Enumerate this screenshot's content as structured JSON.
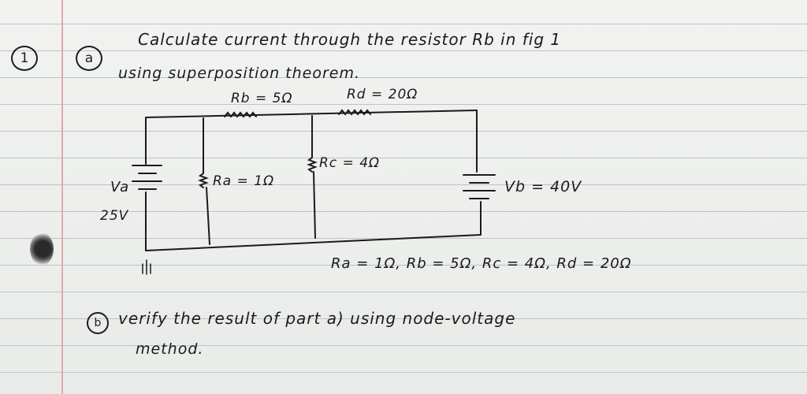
{
  "question_number": "1",
  "part_a": {
    "label": "a",
    "line1": "Calculate current through the resistor Rb in fig 1",
    "line2": "using superposition theorem."
  },
  "circuit": {
    "rb_label": "Rb = 5Ω",
    "rd_label": "Rd = 20Ω",
    "rc_label": "Rc = 4Ω",
    "ra_label": "Ra = 1Ω",
    "va_label": "Va",
    "va_value": "25V",
    "vb_label": "Vb = 40V"
  },
  "values_summary": "Ra = 1Ω, Rb = 5Ω, Rc = 4Ω, Rd = 20Ω",
  "part_b": {
    "label": "b",
    "line1": "verify the result of part a) using node-voltage",
    "line2": "method."
  }
}
